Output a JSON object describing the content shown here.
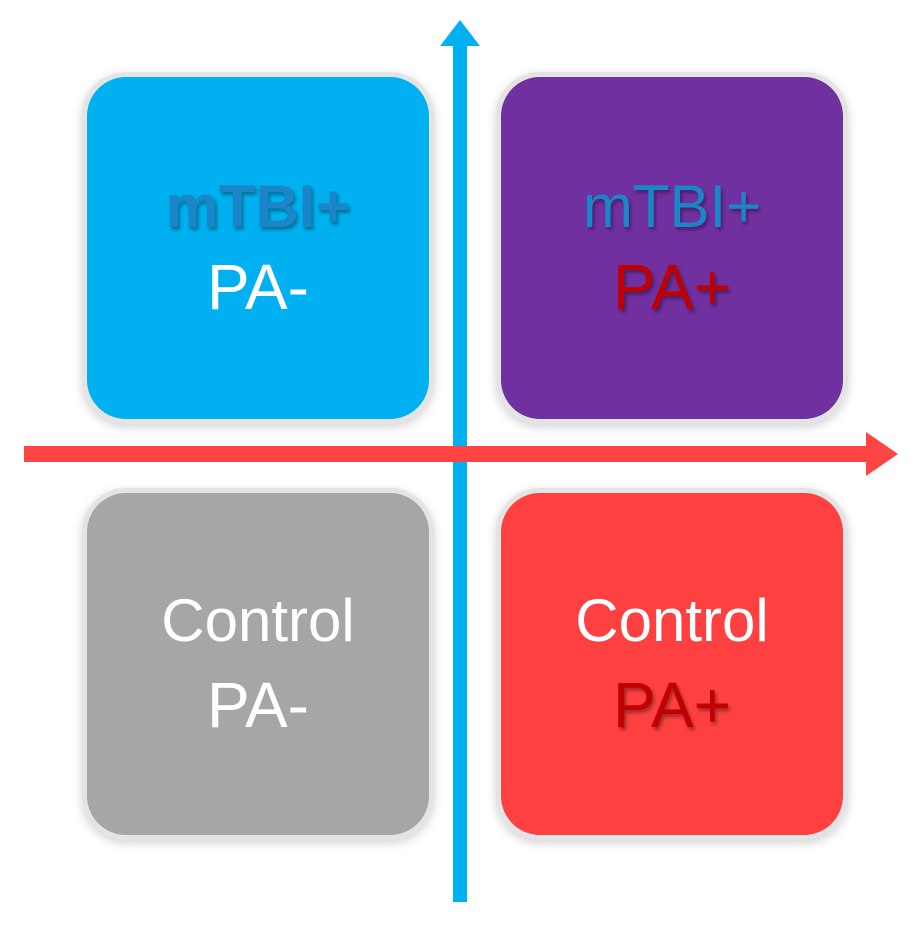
{
  "colors": {
    "blue": "#00b0f0",
    "purple": "#7030a0",
    "gray": "#a6a6a6",
    "red": "#ff4040",
    "blue_text": "#1a86c8",
    "dark_red_text": "#c00000",
    "white_text": "#ffffff",
    "vertical_arrow": "#00b0f0",
    "horizontal_arrow": "#ff4444"
  },
  "quadrants": {
    "top_left": {
      "line1": "mTBI+",
      "line2": "PA-"
    },
    "top_right": {
      "line1": "mTBI+",
      "line2": "PA+"
    },
    "bottom_left": {
      "line1": "Control",
      "line2": "PA-"
    },
    "bottom_right": {
      "line1": "Control",
      "line2": "PA+"
    }
  }
}
